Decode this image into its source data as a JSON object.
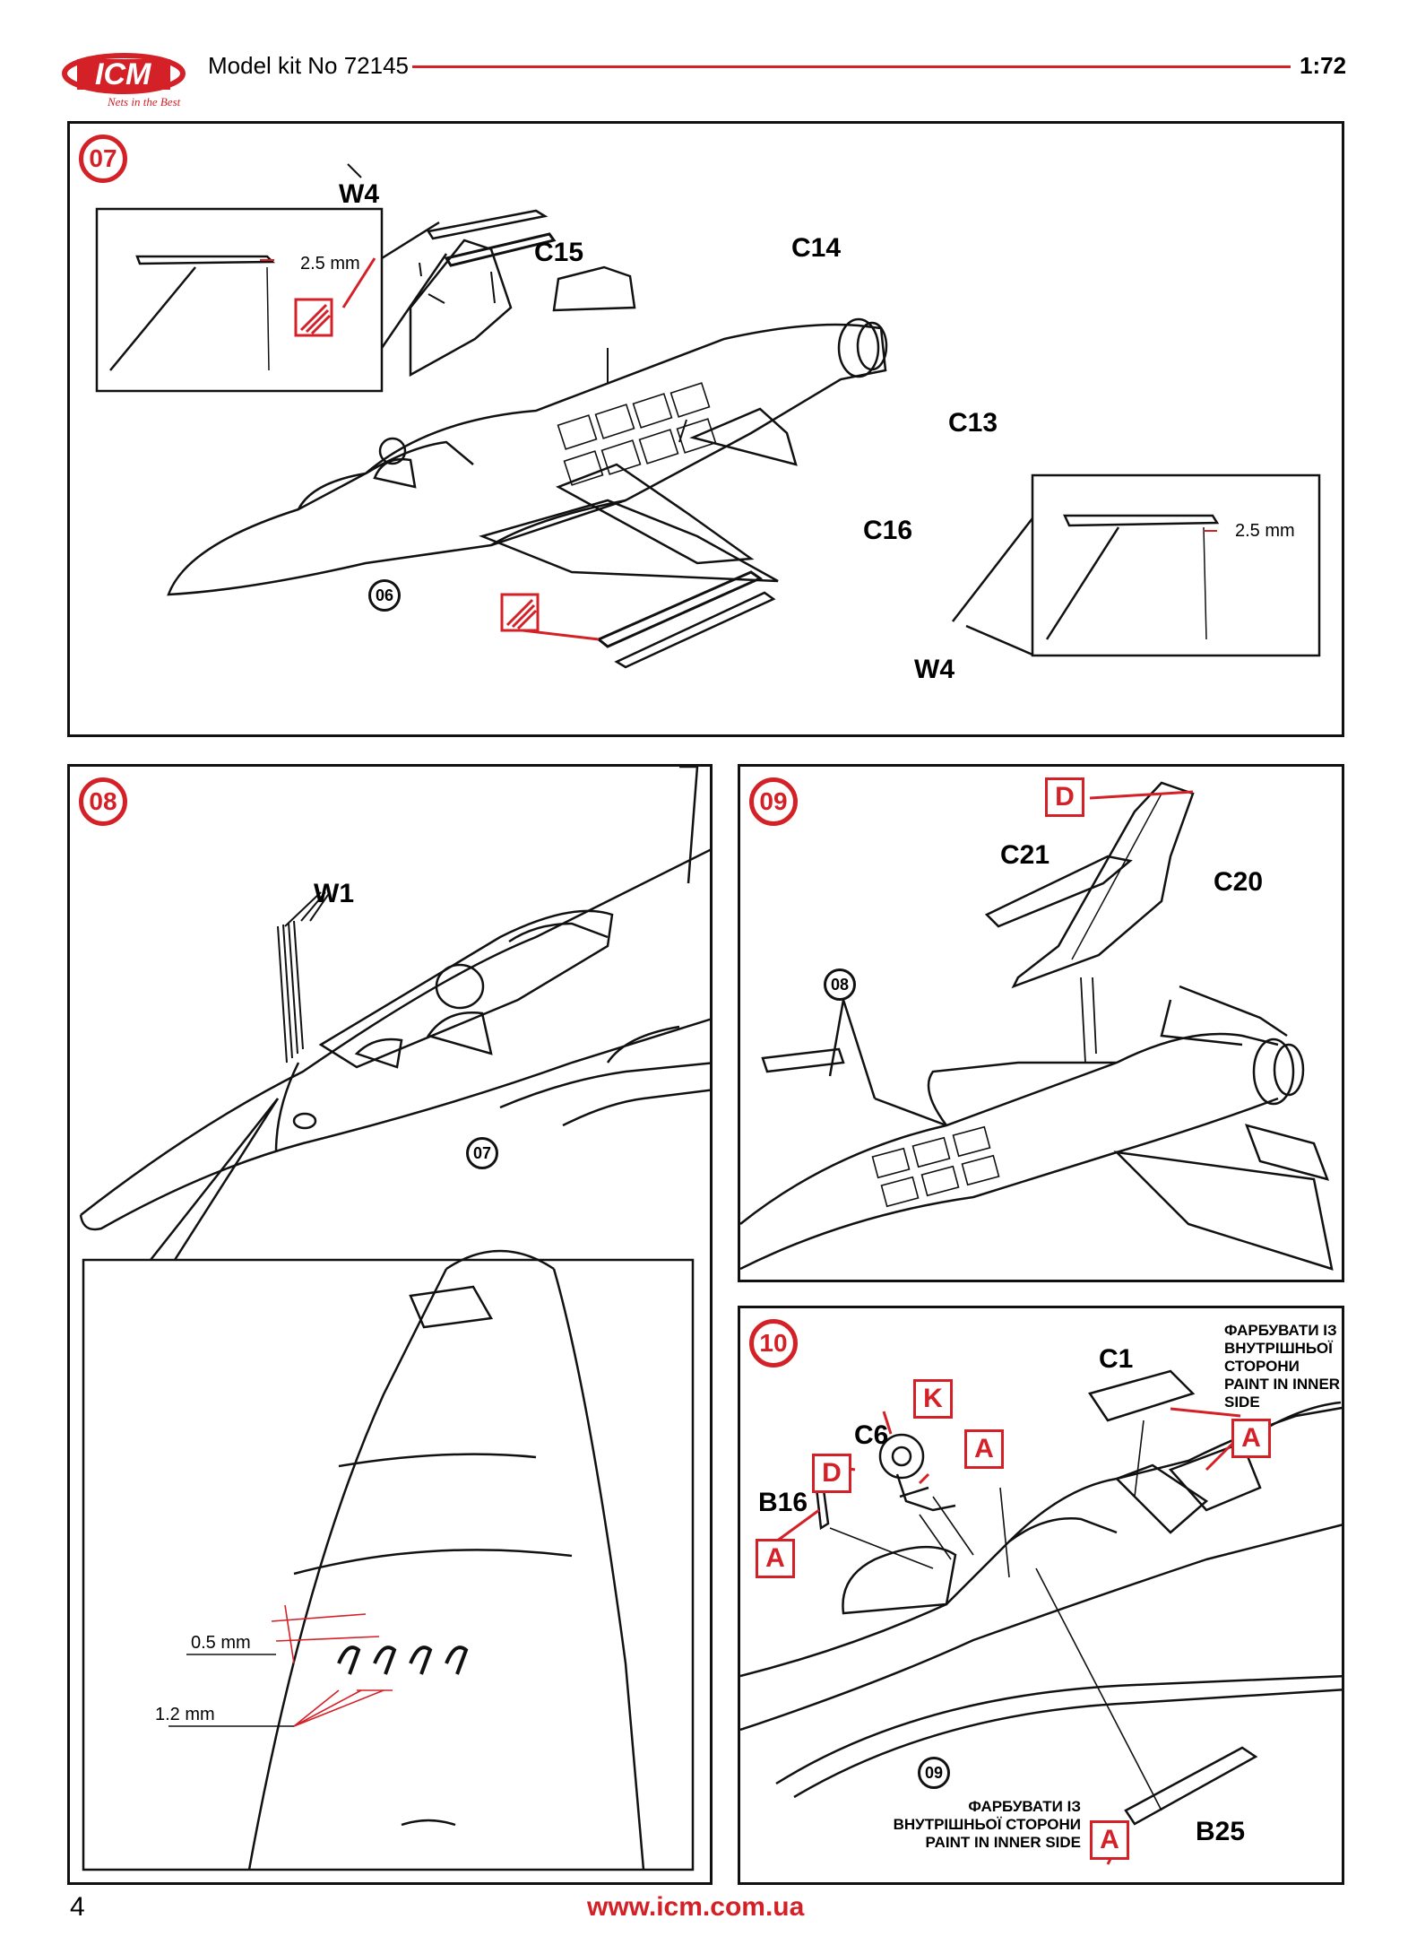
{
  "header": {
    "brand": "ICM",
    "slogan": "Nets in the Best",
    "title": "Model kit No 72145",
    "scale": "1:72"
  },
  "footer": {
    "page_number": "4",
    "url": "www.icm.com.ua"
  },
  "colors": {
    "accent": "#d42027",
    "line": "#111111"
  },
  "step07": {
    "number": "07",
    "parts": {
      "w4_top": "W4",
      "c15": "C15",
      "c14": "C14",
      "c13": "C13",
      "c16": "C16",
      "w4_bottom": "W4"
    },
    "ref": "06",
    "dim_left": "2.5 mm",
    "dim_right": "2.5 mm"
  },
  "step08": {
    "number": "08",
    "parts": {
      "w1": "W1"
    },
    "ref": "07",
    "dim_a": "0.5 mm",
    "dim_b": "1.2 mm"
  },
  "step09": {
    "number": "09",
    "parts": {
      "c21": "C21",
      "c20": "C20"
    },
    "paint_ref": "D",
    "ref": "08"
  },
  "step10": {
    "number": "10",
    "parts": {
      "c1": "C1",
      "c6": "C6",
      "b16": "B16",
      "b25": "B25"
    },
    "paint_refs": {
      "k": "K",
      "a1": "A",
      "d": "D",
      "a2": "A",
      "a3": "A",
      "a4": "A"
    },
    "note_top": [
      "ФАРБУВАТИ ІЗ",
      "ВНУТРІШНЬОЇ",
      "СТОРОНИ",
      "PAINT IN INNER",
      "SIDE"
    ],
    "note_bottom": [
      "ФАРБУВАТИ ІЗ",
      "ВНУТРІШНЬОЇ СТОРОНИ",
      "PAINT IN INNER SIDE"
    ],
    "ref": "09"
  }
}
